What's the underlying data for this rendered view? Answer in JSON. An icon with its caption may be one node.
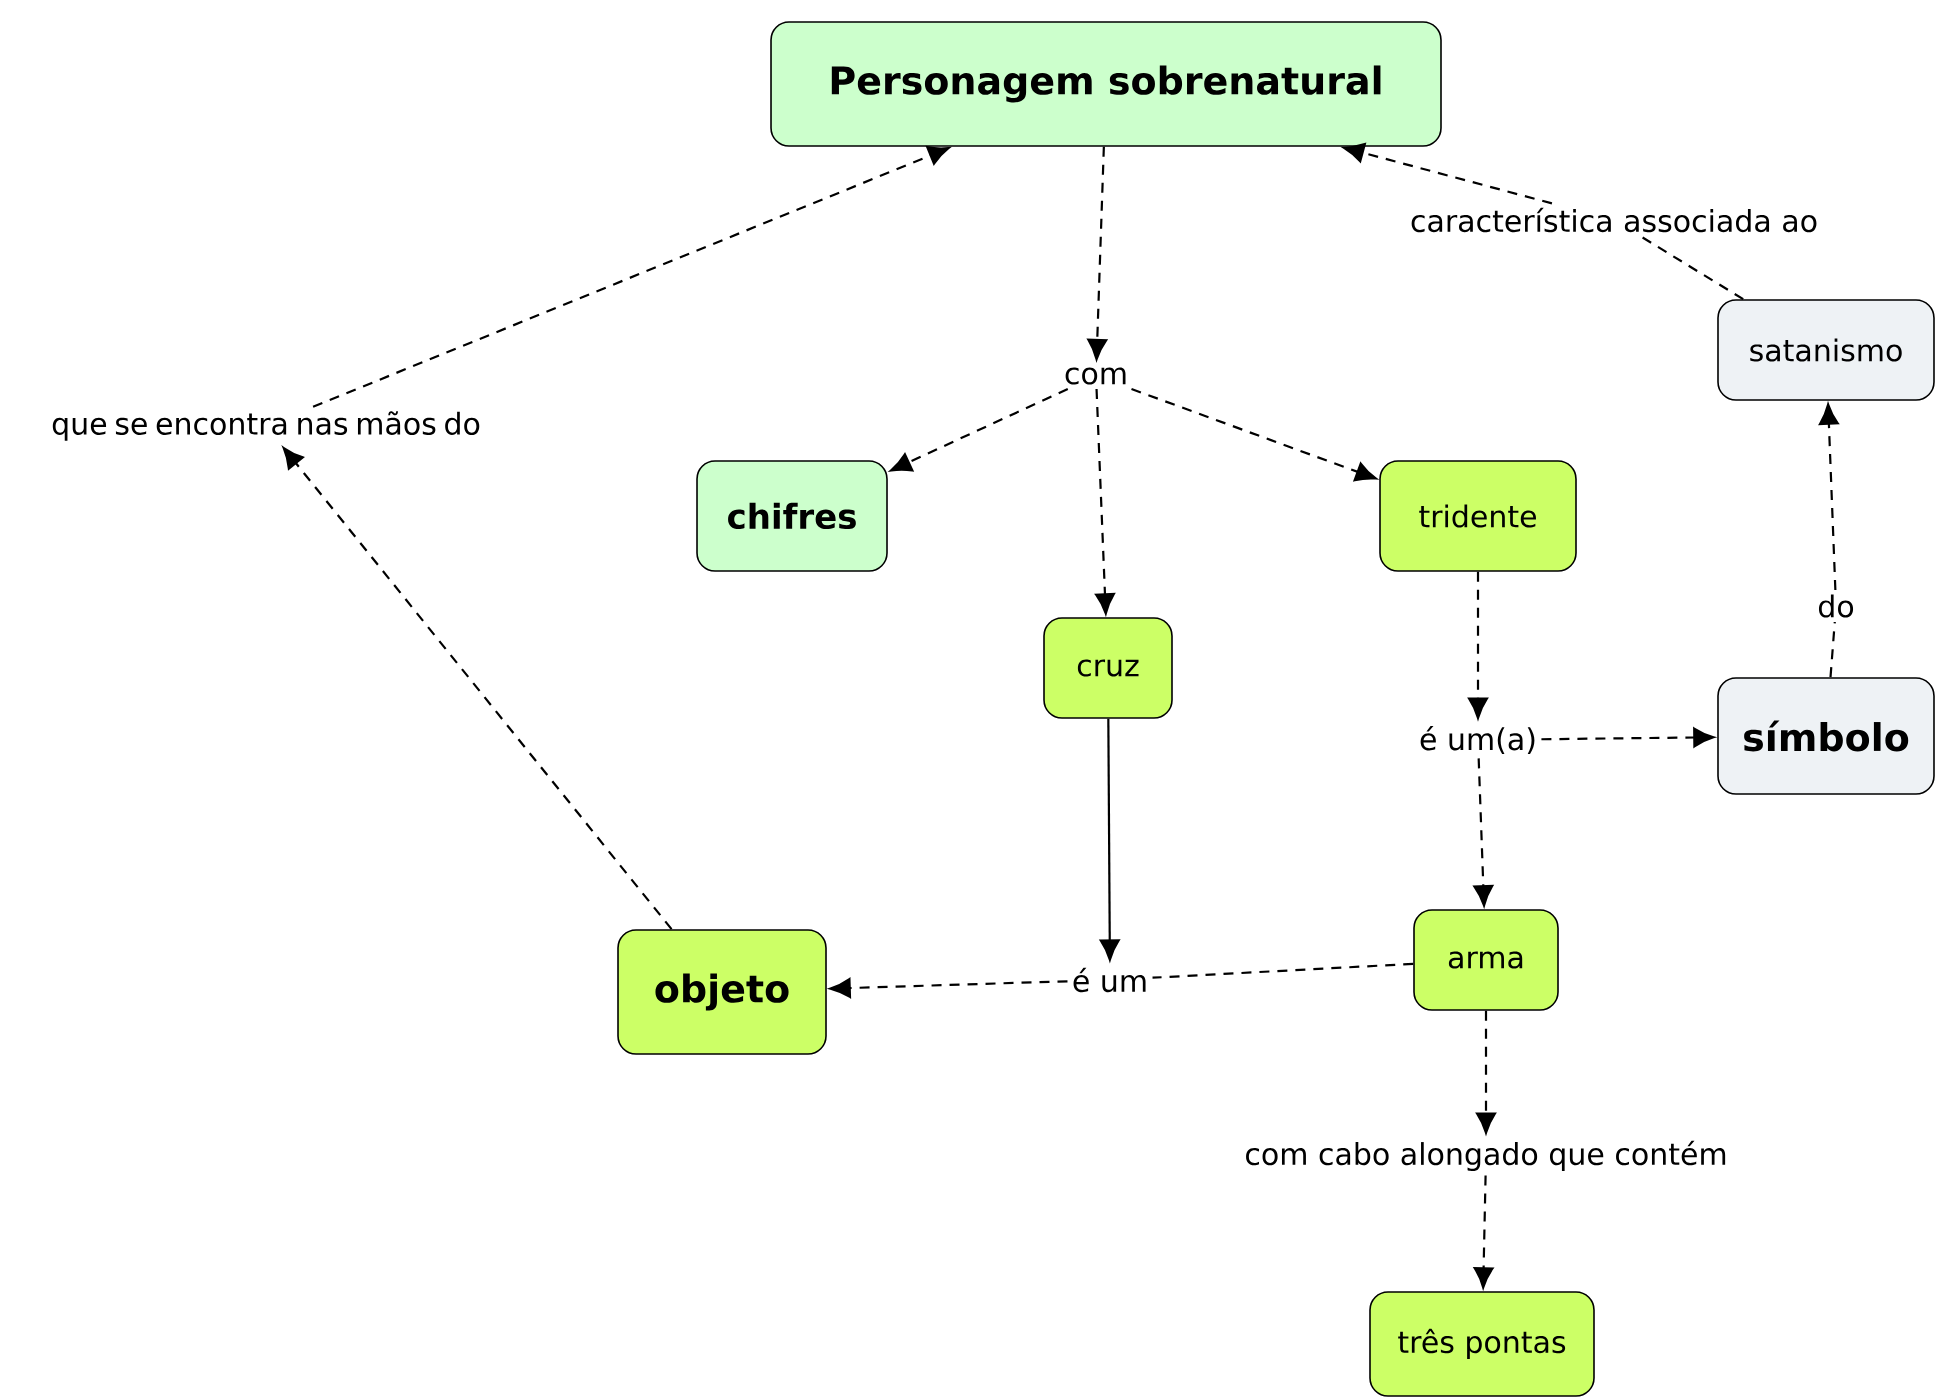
{
  "diagram": {
    "nodes": [
      {
        "text": [
          "Personagem sobrenatural"
        ]
      },
      {
        "text": [
          "que se encontra nas mãos do"
        ]
      },
      {
        "text": [
          "característica associada ao"
        ]
      },
      {
        "text": [
          "satanismo"
        ]
      },
      {
        "text": [
          "com"
        ]
      },
      {
        "text": [
          "chifres"
        ]
      },
      {
        "text": [
          "tridente"
        ]
      },
      {
        "text": [
          "cruz"
        ]
      },
      {
        "text": [
          "é um(a)"
        ]
      },
      {
        "text": [
          "símbolo"
        ]
      },
      {
        "text": [
          "do"
        ]
      },
      {
        "text": [
          "objeto"
        ]
      },
      {
        "text": [
          "é um"
        ]
      },
      {
        "text": [
          "arma"
        ]
      },
      {
        "text": [
          "com cabo alongado que contém"
        ]
      },
      {
        "text": [
          "três pontas"
        ]
      }
    ],
    "edges": [
      {
        "from": 0,
        "to": 4,
        "arrow": "to",
        "style": "dashed"
      },
      {
        "from": 4,
        "to": 5,
        "arrow": "to",
        "style": "dashed"
      },
      {
        "from": 4,
        "to": 6,
        "arrow": "to",
        "style": "dashed"
      },
      {
        "from": 4,
        "to": 7,
        "arrow": "to",
        "style": "dashed"
      },
      {
        "from": 6,
        "to": 8,
        "arrow": "to",
        "style": "dashed"
      },
      {
        "from": 8,
        "to": 9,
        "arrow": "to",
        "style": "dashed"
      },
      {
        "from": 8,
        "to": 13,
        "arrow": "to",
        "style": "dashed"
      },
      {
        "from": 9,
        "to": 10,
        "arrow": "none",
        "style": "dashed"
      },
      {
        "from": 10,
        "to": 3,
        "arrow": "to",
        "style": "dashed"
      },
      {
        "from": 3,
        "to": 2,
        "arrow": "none",
        "style": "dashed"
      },
      {
        "from": 2,
        "to": 0,
        "arrow": "to",
        "style": "dashed"
      },
      {
        "from": 7,
        "to": 12,
        "arrow": "to"
      },
      {
        "from": 13,
        "to": 12,
        "arrow": "none",
        "style": "dashed"
      },
      {
        "from": 12,
        "to": 11,
        "arrow": "to",
        "style": "dashed"
      },
      {
        "from": 11,
        "to": 1,
        "arrow": "to",
        "style": "dashed"
      },
      {
        "from": 1,
        "to": 0,
        "arrow": "to",
        "style": "dashed"
      },
      {
        "from": 13,
        "to": 14,
        "arrow": "to",
        "style": "dashed"
      },
      {
        "from": 14,
        "to": 15,
        "arrow": "to",
        "style": "dashed"
      }
    ]
  }
}
